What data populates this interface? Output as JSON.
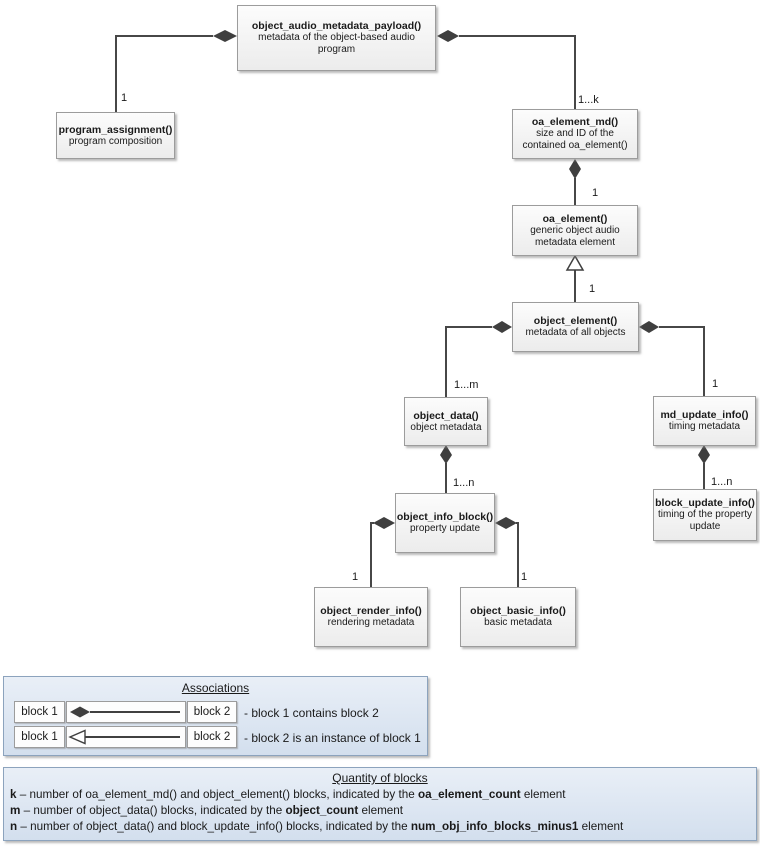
{
  "diagram": {
    "nodes": {
      "payload": {
        "title": "object_audio_metadata_payload()",
        "subtitle": "metadata of the object-based audio program"
      },
      "program_assignment": {
        "title": "program_assignment()",
        "subtitle": "program composition"
      },
      "oa_element_md": {
        "title": "oa_element_md()",
        "subtitle": "size and ID of the contained oa_element()"
      },
      "oa_element": {
        "title": "oa_element()",
        "subtitle": "generic object audio metadata element"
      },
      "object_element": {
        "title": "object_element()",
        "subtitle": "metadata of all objects"
      },
      "object_data": {
        "title": "object_data()",
        "subtitle": "object metadata"
      },
      "md_update_info": {
        "title": "md_update_info()",
        "subtitle": "timing metadata"
      },
      "object_info_block": {
        "title": "object_info_block()",
        "subtitle": "property update"
      },
      "block_update_info": {
        "title": "block_update_info()",
        "subtitle": "timing of the property update"
      },
      "object_render_info": {
        "title": "object_render_info()",
        "subtitle": "rendering metadata"
      },
      "object_basic_info": {
        "title": "object_basic_info()",
        "subtitle": "basic metadata"
      }
    },
    "multiplicities": {
      "program_assignment": "1",
      "oa_element_md": "1...k",
      "oa_element": "1",
      "object_element": "1",
      "object_data": "1...m",
      "md_update_info": "1",
      "object_info_block": "1...n",
      "block_update_info": "1...n",
      "object_render_info": "1",
      "object_basic_info": "1"
    }
  },
  "legend_associations": {
    "title": "Associations",
    "rows": [
      {
        "left": "block 1",
        "right": "block 2",
        "description": "- block 1 contains block 2"
      },
      {
        "left": "block 1",
        "right": "block 2",
        "description": "- block 2 is an instance of block 1"
      }
    ]
  },
  "legend_quantity": {
    "title": "Quantity of blocks",
    "lines": [
      {
        "symbol": "k",
        "pre": " – number of oa_element_md() and object_element() blocks, indicated by the ",
        "element": "oa_element_count",
        "post": " element"
      },
      {
        "symbol": "m",
        "pre": " – number of object_data() blocks, indicated by the ",
        "element": "object_count",
        "post": " element"
      },
      {
        "symbol": "n",
        "pre": " – number of object_data() and block_update_info() blocks, indicated by the ",
        "element": "num_obj_info_blocks_minus1",
        "post": " element"
      }
    ]
  },
  "colors": {
    "wire": "#474747",
    "diamond_fill": "#3f3f3f",
    "node_fill": "#f2f2f2",
    "node_border": "#9c9c9c",
    "legend_fill": "#dce6f1",
    "legend_border": "#8ca3bd"
  }
}
